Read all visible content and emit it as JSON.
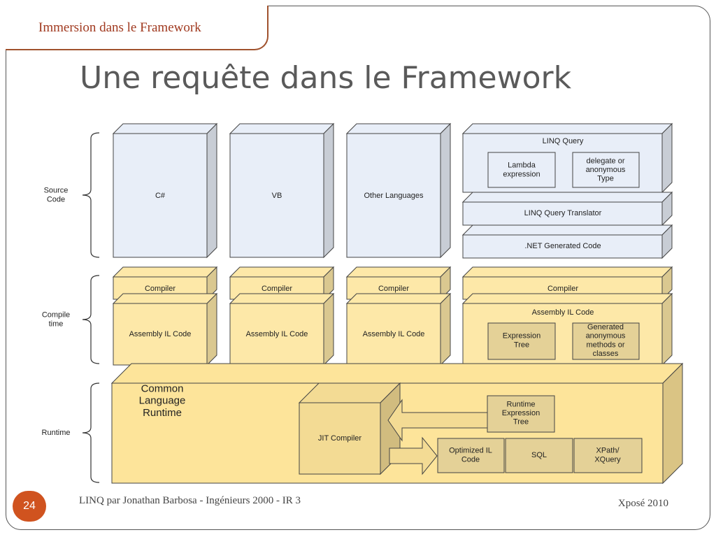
{
  "section": "Immersion dans le Framework",
  "title": "Une requête dans le Framework",
  "footer": {
    "left": "LINQ par Jonathan Barbosa - Ingénieurs 2000 - IR 3",
    "right": "Xposé 2010",
    "page": "24"
  },
  "colors": {
    "blue_front": "#e8eef8",
    "blue_side": "#ccd6ea",
    "yellow_front": "#fde8a8",
    "yellow_side": "#f3cf70",
    "clr_front": "#fde49a",
    "clr_top": "#f8d87a",
    "accent": "#d0531f"
  },
  "diagram": {
    "rows": {
      "source": "Source\nCode",
      "compile": "Compile\ntime",
      "runtime": "Runtime"
    },
    "languages": [
      "C#",
      "VB",
      "Other Languages"
    ],
    "linq_query": "LINQ Query",
    "lambda": "Lambda\nexpression",
    "delegate": "delegate or\nanonymous\nType",
    "translator": "LINQ Query Translator",
    "generated_code": ".NET Generated Code",
    "compiler": "Compiler",
    "assembly": "Assembly IL Code",
    "expression_tree": "Expression\nTree",
    "generated_methods": "Generated\nanonymous\nmethods or\nclasses",
    "clr": "Common\nLanguage\nRuntime",
    "jit": "JIT Compiler",
    "runtime_tree": "Runtime\nExpression\nTree",
    "optimized": "Optimized IL\nCode",
    "sql": "SQL",
    "xpath": "XPath/\nXQuery"
  }
}
